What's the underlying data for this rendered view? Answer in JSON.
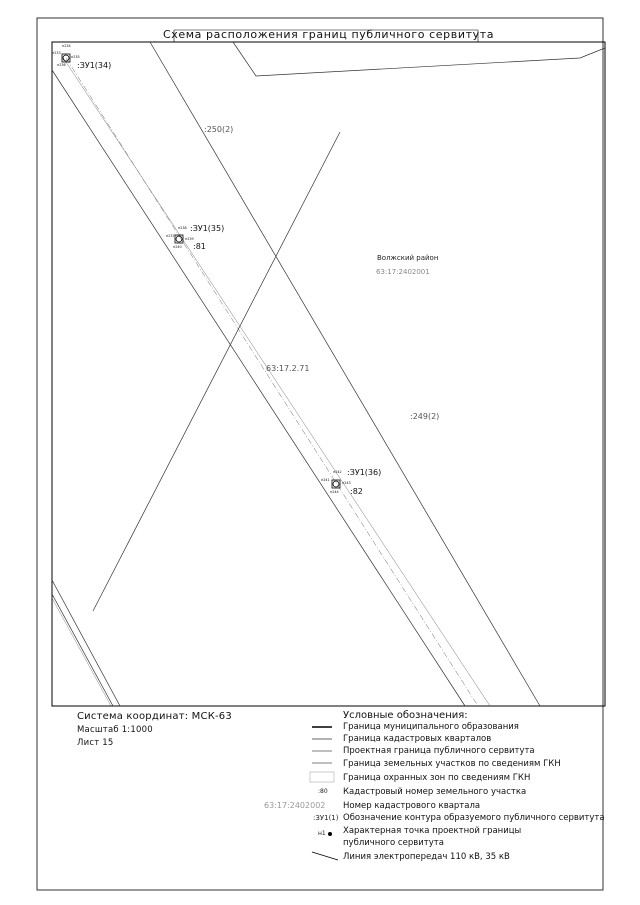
{
  "map": {
    "title": "Схема расположения границ публичного сервитута",
    "labels": {
      "parcel_250": ":250(2)",
      "parcel_249": ":249(2)",
      "district": "Волжский район",
      "quarter_main": "63:17:2402001",
      "parcel_road": "63:17.2.71",
      "pt1_code": ":81",
      "pt2_code": ":82"
    },
    "contours": [
      {
        "name": ":ЗУ1(34)",
        "points": [
          "н234",
          "н235",
          "н236",
          "н233"
        ]
      },
      {
        "name": ":ЗУ1(35)",
        "points": [
          "н238",
          "н237",
          "н239",
          "н240"
        ]
      },
      {
        "name": ":ЗУ1(36)",
        "points": [
          "н242",
          "н241",
          "н243",
          "н244"
        ]
      }
    ]
  },
  "info": {
    "coord_system": "Система координат: МСК-63",
    "scale": "Масштаб 1:1000",
    "sheet": "Лист 15"
  },
  "legend": {
    "title": "Условные обозначения:",
    "items": [
      {
        "label": "Граница муниципального образования",
        "sample_text": ""
      },
      {
        "label": "Граница кадастровых кварталов",
        "sample_text": ""
      },
      {
        "label": "Проектная граница публичного сервитута",
        "sample_text": ""
      },
      {
        "label": "Граница земельных участков по сведениям ГКН",
        "sample_text": ""
      },
      {
        "label": "Граница охранных зон по сведениям ГКН",
        "sample_text": ""
      },
      {
        "label": "Кадастровый номер земельного участка",
        "sample_text": ":80"
      },
      {
        "label": "Номер кадастрового квартала",
        "sample_text": "63:17:2402002"
      },
      {
        "label": "Обозначение контура образуемого публичного сервитута",
        "sample_text": ":ЗУ1(1)"
      },
      {
        "label": "Характерная точка проектной границы",
        "sample_text": "н1"
      },
      {
        "label": "публичного сервитута",
        "sample_text": ""
      },
      {
        "label": "Линия электропередач 110 кВ, 35 кВ",
        "sample_text": ""
      }
    ]
  }
}
